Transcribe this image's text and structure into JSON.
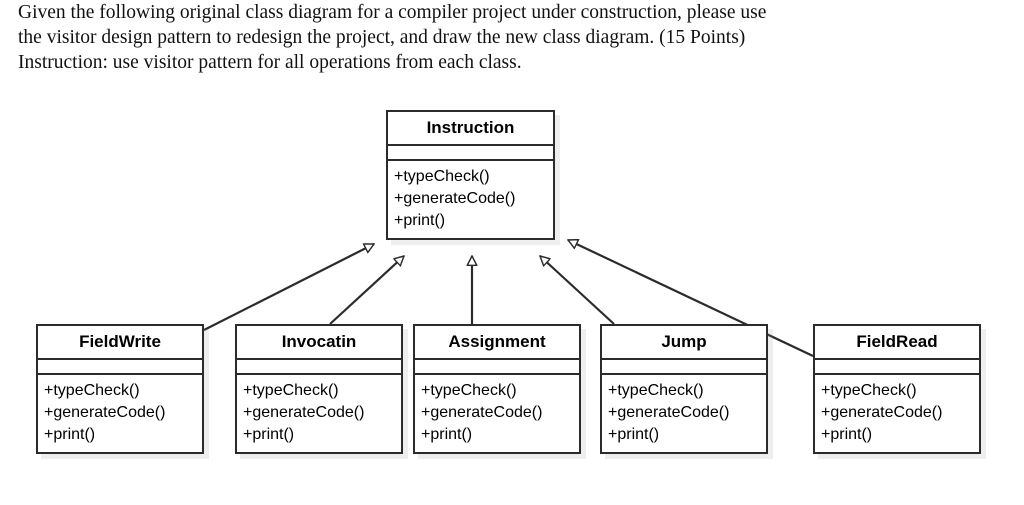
{
  "question": {
    "line1": "Given the following original class diagram for a compiler project under construction, please use",
    "line2": "the visitor design pattern to redesign the project, and draw the new class diagram. (15 Points)",
    "line3": "Instruction: use visitor pattern for all operations from each class."
  },
  "diagram": {
    "type": "uml-class-diagram",
    "relationship": "generalization",
    "line_color": "#2b2b2b",
    "box_fill": "#ffffff",
    "shadow_color": "#d9d9d9",
    "classes": [
      {
        "id": "instruction",
        "name": "Instruction",
        "role": "superclass",
        "attributes": [],
        "methods": [
          "+typeCheck()",
          "+generateCode()",
          "+print()"
        ]
      },
      {
        "id": "fieldwrite",
        "name": "FieldWrite",
        "role": "subclass",
        "attributes": [],
        "methods": [
          "+typeCheck()",
          "+generateCode()",
          "+print()"
        ]
      },
      {
        "id": "invocatin",
        "name": "Invocatin",
        "role": "subclass",
        "attributes": [],
        "methods": [
          "+typeCheck()",
          "+generateCode()",
          "+print()"
        ]
      },
      {
        "id": "assignment",
        "name": "Assignment",
        "role": "subclass",
        "attributes": [],
        "methods": [
          "+typeCheck()",
          "+generateCode()",
          "+print()"
        ]
      },
      {
        "id": "jump",
        "name": "Jump",
        "role": "subclass",
        "attributes": [],
        "methods": [
          "+typeCheck()",
          "+generateCode()",
          "+print()"
        ]
      },
      {
        "id": "fieldread",
        "name": "FieldRead",
        "role": "subclass",
        "attributes": [],
        "methods": [
          "+typeCheck()",
          "+generateCode()",
          "+print()"
        ]
      }
    ],
    "edges": [
      {
        "from": "fieldwrite",
        "to": "instruction",
        "kind": "generalization"
      },
      {
        "from": "invocatin",
        "to": "instruction",
        "kind": "generalization"
      },
      {
        "from": "assignment",
        "to": "instruction",
        "kind": "generalization"
      },
      {
        "from": "jump",
        "to": "instruction",
        "kind": "generalization"
      },
      {
        "from": "fieldread",
        "to": "instruction",
        "kind": "generalization"
      }
    ]
  }
}
